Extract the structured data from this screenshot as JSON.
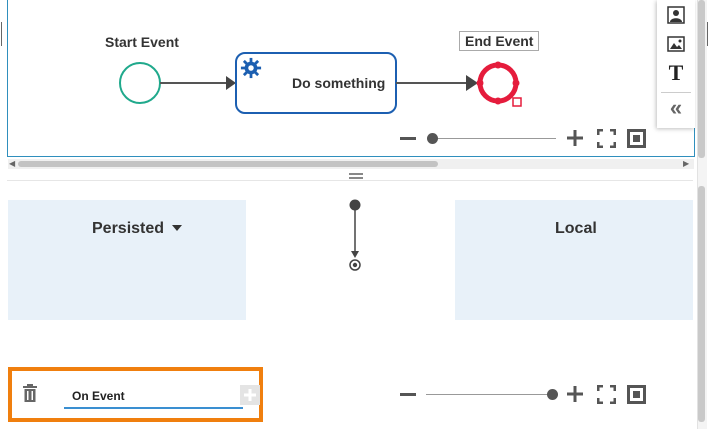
{
  "diagram": {
    "start_event_label": "Start Event",
    "task_label": "Do something",
    "end_event_label": "End Event",
    "colors": {
      "start": "#20a98c",
      "task_border": "#1c5fb1",
      "end": "#e51c3c",
      "panel_border": "#2f8fbd"
    }
  },
  "toolbar": {
    "items": [
      {
        "icon": "user-task-icon"
      },
      {
        "icon": "image-icon"
      },
      {
        "icon": "text-icon",
        "glyph": "T"
      },
      {
        "icon": "collapse-double-chevron-icon",
        "glyph": "«"
      }
    ]
  },
  "panes": {
    "persisted_title": "Persisted",
    "local_title": "Local"
  },
  "event_editor": {
    "value": "On Event"
  },
  "zoom": {
    "top_level": 0,
    "bottom_level": 1
  },
  "highlight_color": "#f07f0e"
}
